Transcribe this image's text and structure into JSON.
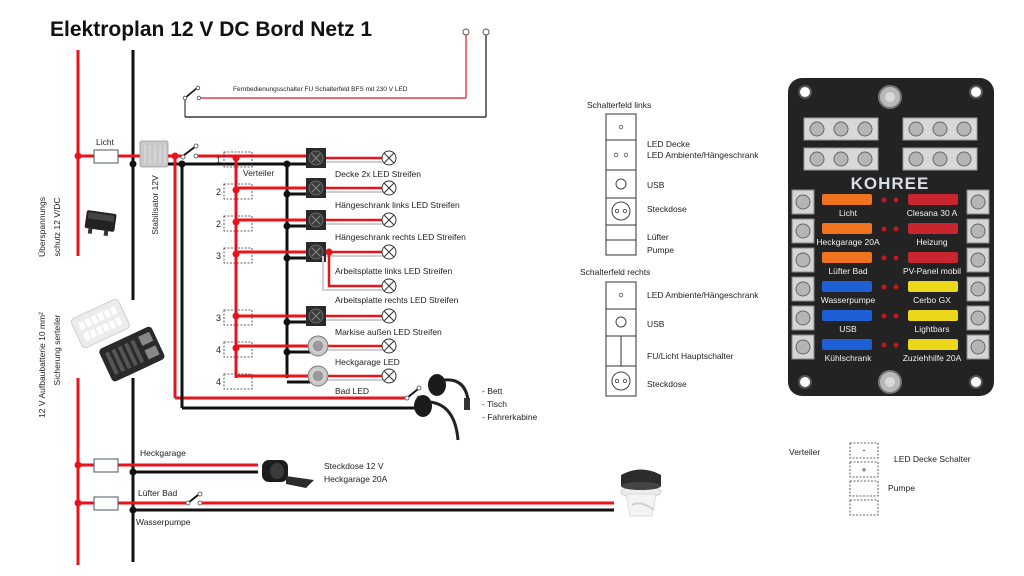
{
  "title": "Elektroplan 12 V DC Bord Netz 1",
  "colors": {
    "positive_wire": "#e8141b",
    "negative_wire": "#111111",
    "light_wire": "#cfcfcf",
    "fuse_orange": "#f0741f",
    "fuse_red": "#c9252e",
    "fuse_blue": "#1f5fd6",
    "fuse_yellow": "#ecd81a"
  },
  "remote_switch": {
    "label": "Fernbedienungsschalter FU Schalterfeld BFS mit 230 V LED"
  },
  "left_side": {
    "fuse_licht": "Licht",
    "surge_protector": "Überspannungs schutz 12 V/DC",
    "surge_protector_line1": "Überspannungs",
    "surge_protector_line2": "schutz 12 V/DC",
    "stabilizer": "Stabilisator 12V",
    "battery_line1": "12 V Aufbaubatterie 10 mm²",
    "battery_line2": "Sicherung serteiler"
  },
  "distributor": {
    "label": "Verteiler",
    "terminals": [
      "1",
      "2",
      "2",
      "3",
      "3",
      "4",
      "4"
    ]
  },
  "circuits": [
    {
      "label": "Decke 2x LED Streifen",
      "switch": "rocker"
    },
    {
      "label": "Hängeschrank links LED Streifen",
      "switch": "rocker"
    },
    {
      "label": "Hängeschrank rechts LED Streifen",
      "switch": "rocker"
    },
    {
      "label": "Arbeitsplatte links LED Streifen",
      "switch": "rocker"
    },
    {
      "label": "Arbeitsplatte rechts LED Streifen",
      "switch": "shared"
    },
    {
      "label": "Markise außen LED Streifen",
      "switch": "rocker"
    },
    {
      "label": "Heckgarage LED",
      "switch": "push-button"
    },
    {
      "label": "Bad LED",
      "switch": "push-button"
    }
  ],
  "reading_lights": [
    "- Bett",
    "- Tisch",
    "- Fahrerkabine"
  ],
  "bottom": {
    "heckgarage": "Heckgarage",
    "socket_line1": "Steckdose 12 V",
    "socket_line2": "Heckgarage 20A",
    "luefter_bad": "Lüfter Bad",
    "wasserpumpe": "Wasserpumpe"
  },
  "switch_panel_left": {
    "title": "Schalterfeld links",
    "items": [
      "LED Decke",
      "LED Ambiente/Hängeschrank",
      "USB",
      "Steckdose",
      "Lüfter",
      "Pumpe"
    ]
  },
  "switch_panel_right": {
    "title": "Schalterfeld rechts",
    "items": [
      "LED Ambiente/Hängeschrank",
      "USB",
      "FU/Licht Hauptschalter",
      "Steckdose"
    ]
  },
  "fuse_box": {
    "brand": "KOHREE",
    "left_fuses": [
      {
        "label": "Licht",
        "color": "orange"
      },
      {
        "label": "Heckgarage 20A",
        "color": "orange"
      },
      {
        "label": "Lüfter Bad",
        "color": "orange"
      },
      {
        "label": "Wasserpumpe",
        "color": "blue"
      },
      {
        "label": "USB",
        "color": "blue"
      },
      {
        "label": "Kühlschrank",
        "color": "blue"
      }
    ],
    "right_fuses": [
      {
        "label": "Clesana 30 A",
        "color": "red"
      },
      {
        "label": "Heizung",
        "color": "red"
      },
      {
        "label": "PV-Panel mobil",
        "color": "red"
      },
      {
        "label": "Cerbo GX",
        "color": "yellow"
      },
      {
        "label": "Lightbars",
        "color": "yellow"
      },
      {
        "label": "Zuziehhilfe 20A",
        "color": "yellow"
      }
    ]
  },
  "legend": {
    "verteiler": "Verteiler",
    "minus": "-",
    "plus": "+",
    "led_decke_schalter": "LED Decke Schalter",
    "pumpe": "Pumpe"
  }
}
